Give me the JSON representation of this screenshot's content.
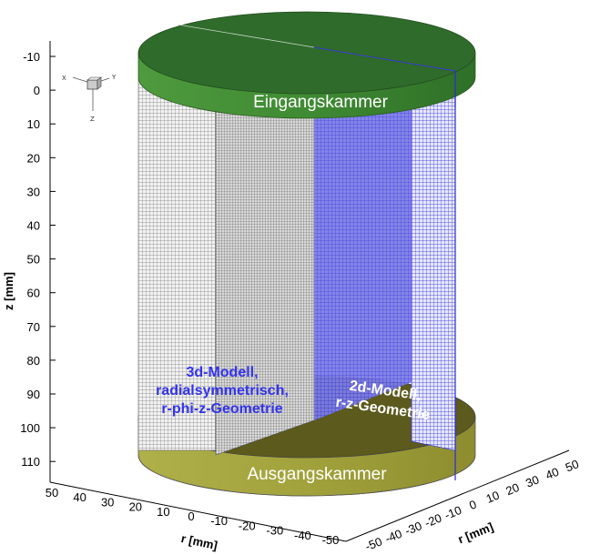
{
  "z_axis": {
    "label": "z [mm]",
    "ticks": [
      "-10",
      "0",
      "10",
      "20",
      "30",
      "40",
      "50",
      "60",
      "70",
      "80",
      "90",
      "100",
      "110"
    ]
  },
  "r_axis_left": {
    "label": "r [mm]",
    "ticks": [
      "50",
      "40",
      "30",
      "20",
      "10",
      "0",
      "-10",
      "-20",
      "-30",
      "-40",
      "-50"
    ]
  },
  "r_axis_right": {
    "label": "r [mm]",
    "ticks": [
      "-50",
      "-40",
      "-30",
      "-20",
      "-10",
      "0",
      "10",
      "20",
      "30",
      "40",
      "50"
    ]
  },
  "orientation_triad": {
    "x": "X",
    "y": "Y",
    "z": "Z"
  },
  "labels": {
    "top_chamber": "Eingangskammer",
    "bottom_chamber": "Ausgangskammer",
    "model_3d": [
      "3d-Modell,",
      "radialsymmetrisch,",
      "r-phi-z-Geometrie"
    ],
    "model_2d": [
      "2d-Modell,",
      "r-z-Geometrie"
    ]
  },
  "colors": {
    "top_chamber": "#2e7d32",
    "bottom_chamber": "#9b9b2e",
    "mesh_3d": "#8a8a8a",
    "mesh_2d": "#3030d0",
    "label_3d": "#3333ee"
  }
}
